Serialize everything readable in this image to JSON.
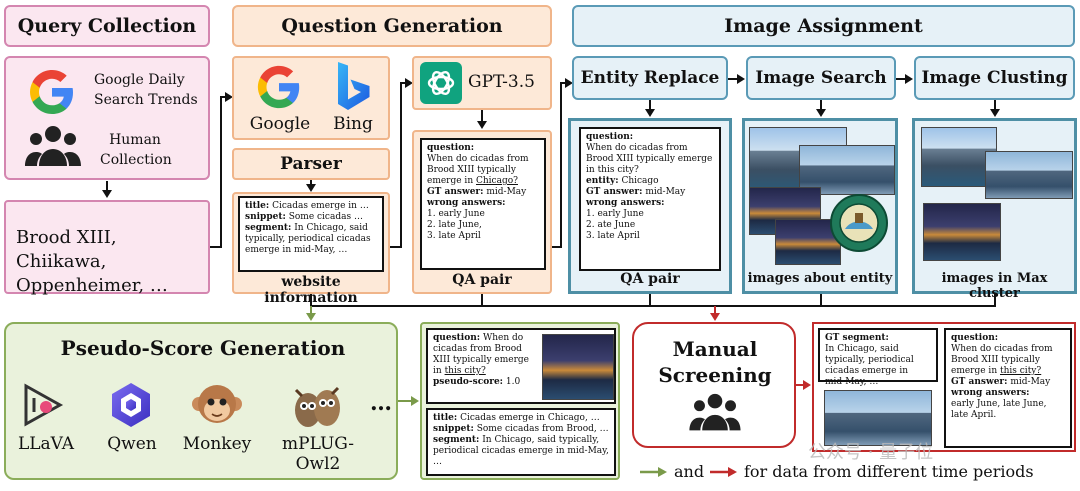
{
  "headers": {
    "query_collection": "Query Collection",
    "question_generation": "Question Generation",
    "image_assignment": "Image Assignment"
  },
  "query": {
    "google_trends": "Google Daily Search Trends",
    "human": "Human Collection",
    "examples": "Brood XIII, Chiikawa, Oppenheimer, …"
  },
  "qgen": {
    "google": "Google",
    "bing": "Bing",
    "parser": "Parser",
    "gpt": "GPT-3.5",
    "web_title_k": "title:",
    "web_title_v": "Cicadas emerge in …",
    "web_snippet_k": "snippet:",
    "web_snippet_v": "Some cicadas …",
    "web_segment_k": "segment:",
    "web_segment_v": "In Chicago, said typically, periodical cicadas emerge in mid-May, …",
    "website_info": "website information",
    "qa_question_k": "question:",
    "qa_question_v": "When do cicadas from Brood XIII typically emerge in",
    "qa_question_city": "Chicago?",
    "qa_gt_k": "GT answer:",
    "qa_gt_v": "mid-May",
    "qa_wrong_k": "wrong answers:",
    "qa_wrong_1": "1. early June",
    "qa_wrong_2": "2. late June,",
    "qa_wrong_3": "3. late April",
    "qa_pair": "QA pair"
  },
  "assign": {
    "entity_replace": "Entity Replace",
    "image_search": "Image Search",
    "image_clusting": "Image Clusting",
    "er_question_k": "question:",
    "er_question_v": "When do cicadas from Brood XIII typically emerge in",
    "er_question_city": "this city?",
    "er_entity_k": "entity:",
    "er_entity_v": "Chicago",
    "er_gt_k": "GT answer:",
    "er_gt_v": "mid-May",
    "er_wrong_k": "wrong answers:",
    "er_wrong_1": "1. early June",
    "er_wrong_2": "2. ate June",
    "er_wrong_3": "3. late April",
    "qa_pair": "QA pair",
    "images_entity": "images about entity",
    "images_cluster": "images in Max cluster"
  },
  "pseudo": {
    "title": "Pseudo-Score Generation",
    "models": [
      "LLaVA",
      "Qwen",
      "Monkey",
      "mPLUG-Owl2"
    ],
    "ellipsis": "…",
    "q_k": "question:",
    "q_v": "When do cicadas from Brood XIII typically emerge in",
    "q_city": "this city?",
    "score_k": "pseudo-score:",
    "score_v": "1.0",
    "t_k": "title:",
    "t_v": "Cicadas emerge in Chicago, …",
    "s_k": "snippet:",
    "s_v": "Some cicadas from Brood, …",
    "seg_k": "segment:",
    "seg_v": "In Chicago, said typically, periodical cicadas emerge in mid-May, …"
  },
  "manual": {
    "title": "Manual Screening",
    "gt_seg_k": "GT segment:",
    "gt_seg_v": "In Chicago, said typically, periodical cicadas emerge in mid-May, …",
    "q_k": "question:",
    "q_v": "When do cicadas from Brood XIII typically emerge in",
    "q_city": "this city?",
    "gt_k": "GT answer:",
    "gt_v": "mid-May",
    "wrong_k": "wrong answers:",
    "wrong_v": "early June, late June, late April."
  },
  "legend": {
    "and": "and",
    "text": "for data from different time periods"
  },
  "watermark": "公众号 · 量子位",
  "colors": {
    "green_arrow": "#7a9a4a",
    "red_arrow": "#c12b2b"
  }
}
